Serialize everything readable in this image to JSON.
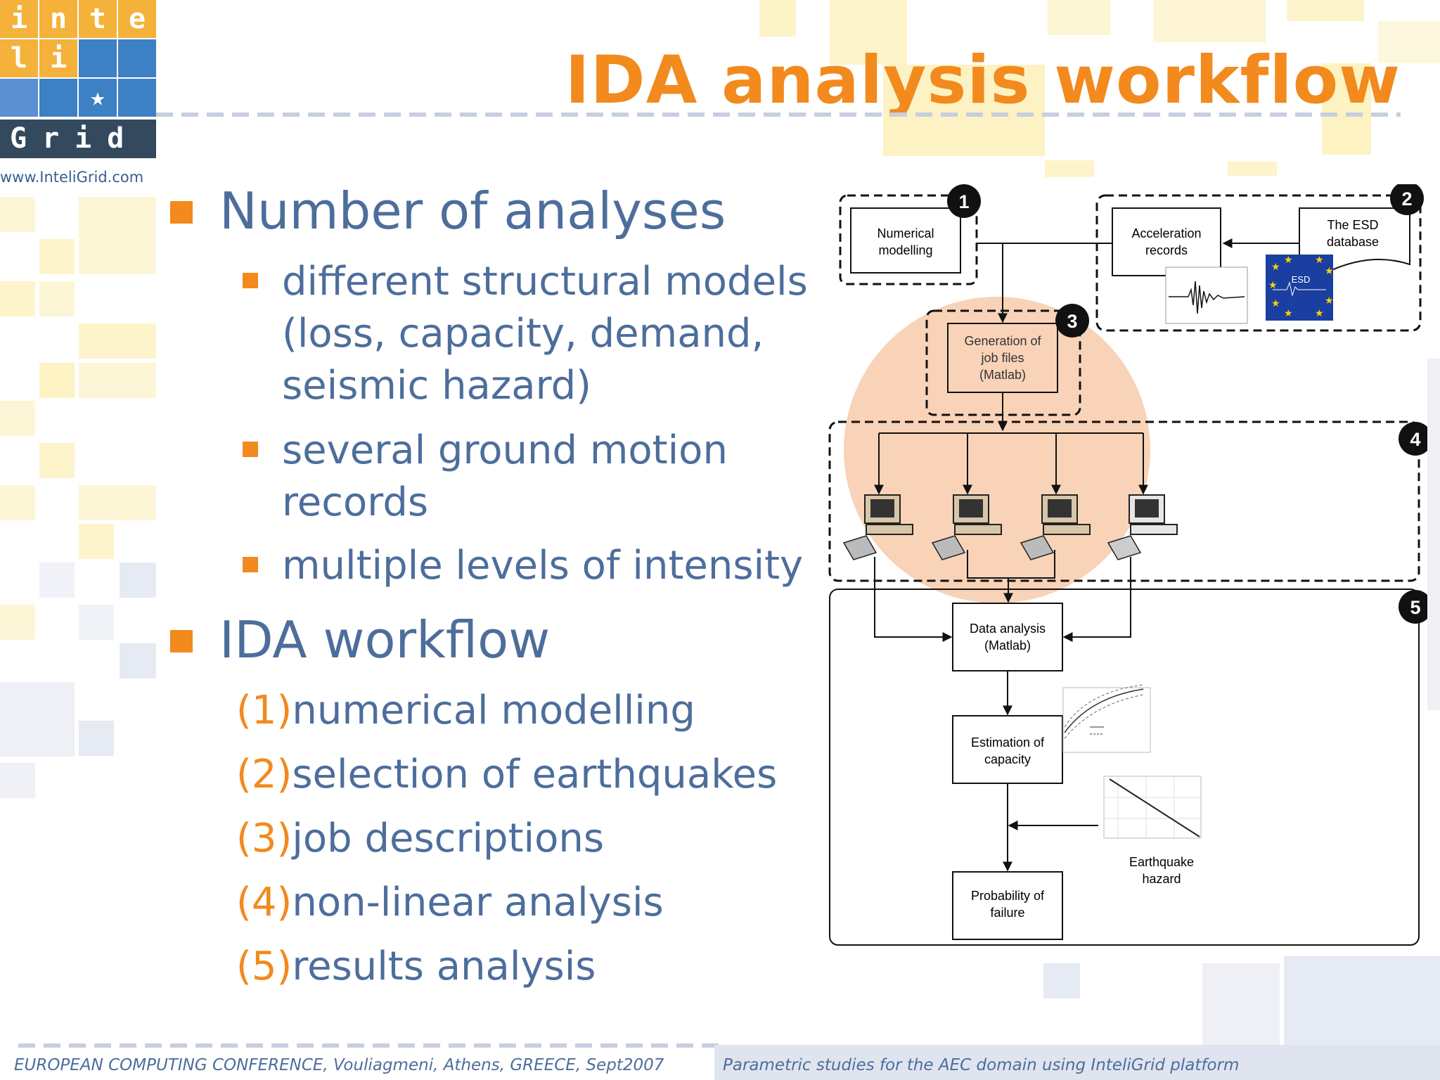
{
  "logo": {
    "row1": [
      "i",
      "n",
      "t",
      "e"
    ],
    "row2": [
      "l",
      "i"
    ],
    "star": "★",
    "grid_word": "Grid",
    "website": "www.InteliGrid.com"
  },
  "title": "IDA analysis workflow",
  "sections": [
    {
      "heading": "Number of analyses",
      "items": [
        "different structural models",
        "(loss, capacity, demand,",
        "seismic hazard)",
        "several ground motion",
        "records",
        "multiple levels of intensity"
      ]
    },
    {
      "heading": "IDA workflow",
      "steps": [
        {
          "num": "(1)",
          "text": "numerical modelling"
        },
        {
          "num": "(2)",
          "text": "selection of earthquakes"
        },
        {
          "num": "(3)",
          "text": "job descriptions"
        },
        {
          "num": "(4)",
          "text": "non-linear analysis"
        },
        {
          "num": "(5)",
          "text": "results analysis"
        }
      ]
    }
  ],
  "diagram": {
    "badges": [
      "1",
      "2",
      "3",
      "4",
      "5"
    ],
    "numerical_modelling": [
      "Numerical",
      "modelling"
    ],
    "acceleration_records": [
      "Acceleration",
      "records"
    ],
    "esd_database": [
      "The ESD",
      "database"
    ],
    "esd_flag": "ESD",
    "generation": [
      "Generation of",
      "job files",
      "(Matlab)"
    ],
    "data_analysis": [
      "Data analysis",
      "(Matlab)"
    ],
    "estimation": [
      "Estimation of",
      "capacity"
    ],
    "probability": [
      "Probability of",
      "failure"
    ],
    "earthquake_hazard": [
      "Earthquake",
      "hazard"
    ]
  },
  "footer": {
    "left": "EUROPEAN COMPUTING CONFERENCE, Vouliagmeni, Athens, GREECE, Sept2007",
    "right": "Parametric studies for the AEC domain using InteliGrid platform"
  },
  "colors": {
    "accent": "#f28a1e",
    "text": "#4d6e9c",
    "logo_dark": "#34495e",
    "logo_orange": "#f4b23b",
    "logo_blue": "#3d80c4",
    "highlight_circle": "#f9d3b8"
  }
}
